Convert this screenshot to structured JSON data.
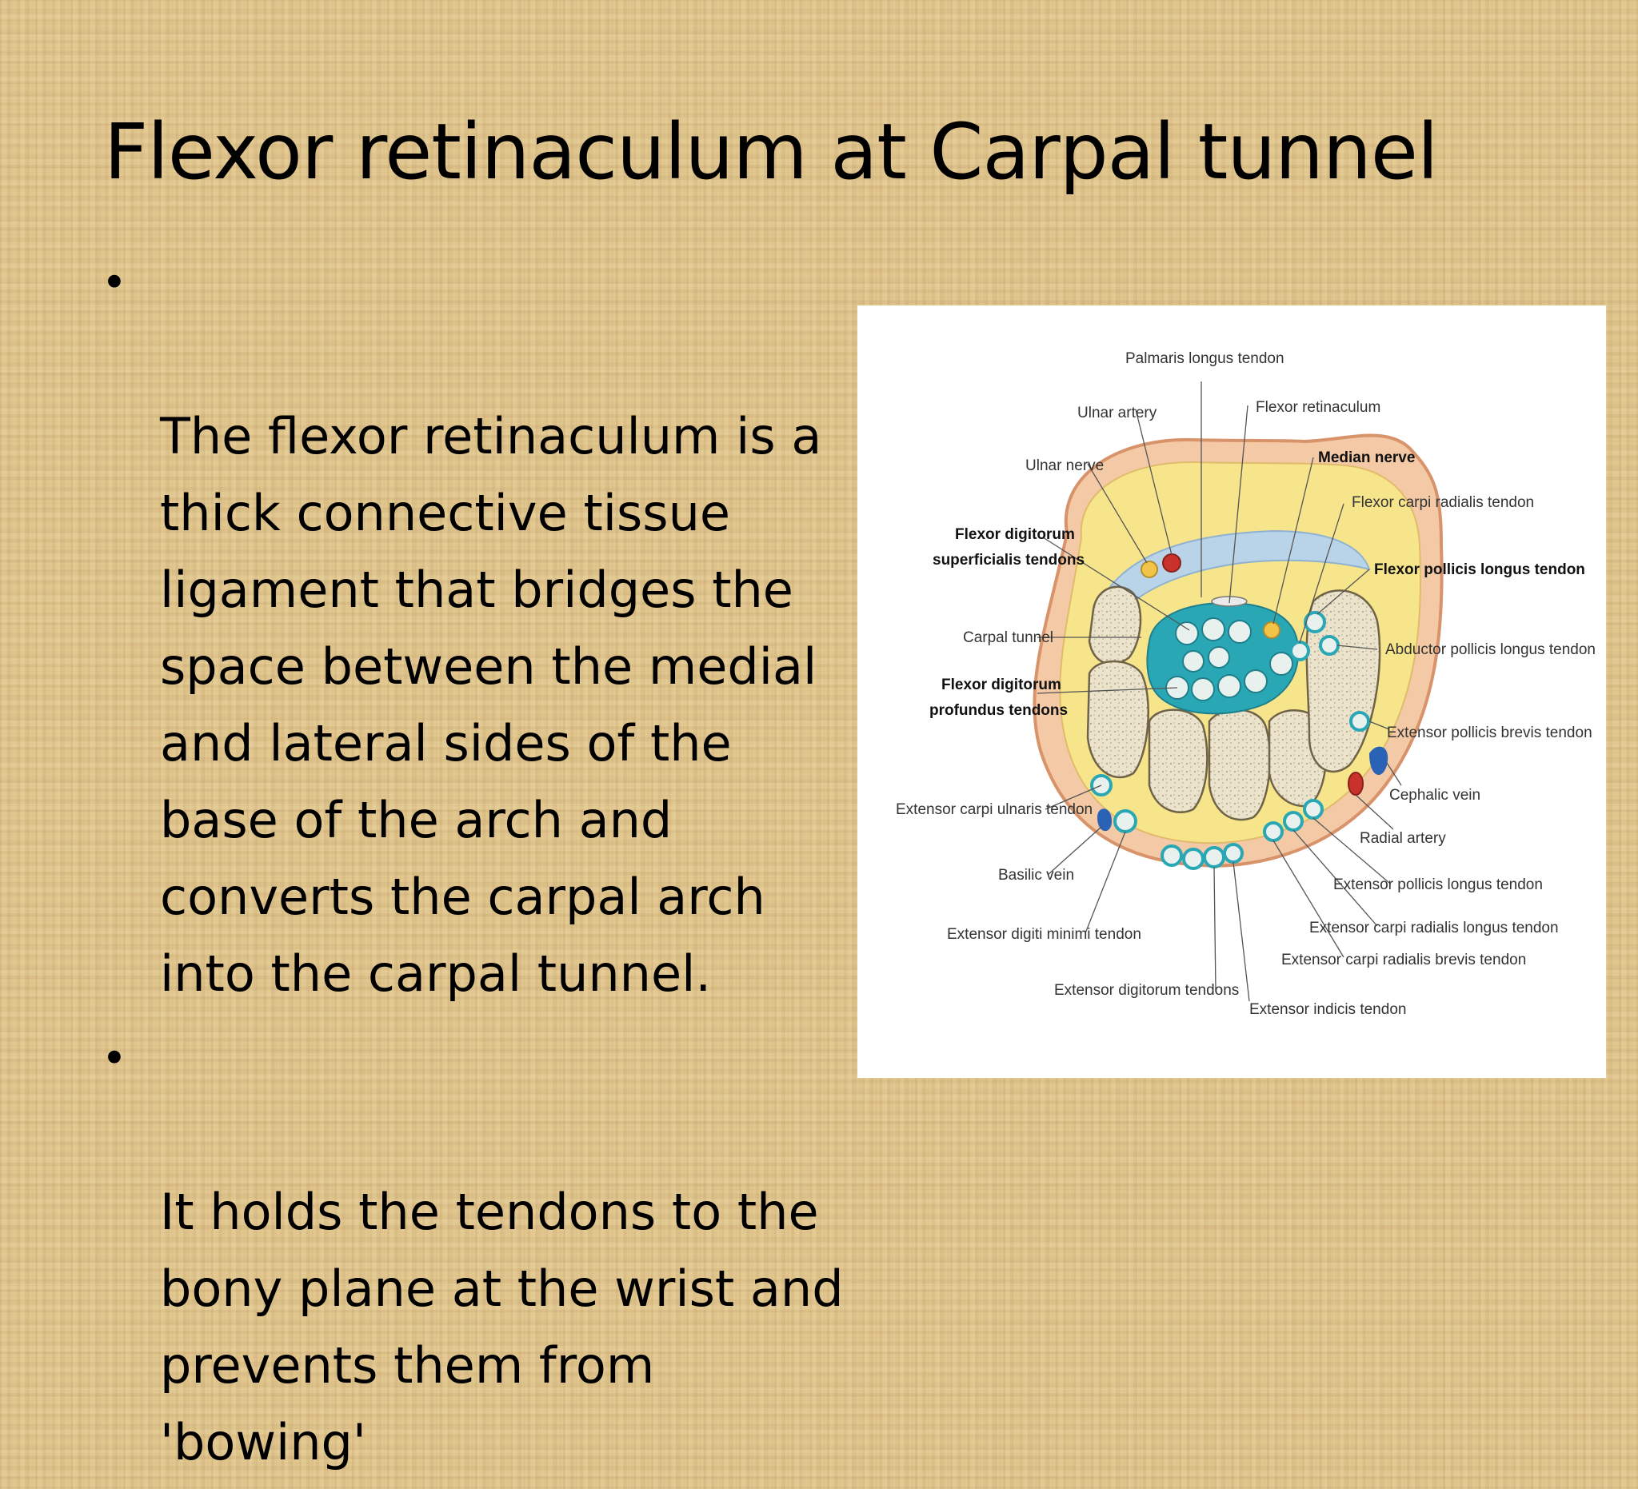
{
  "slide": {
    "title": "Flexor retinaculum at Carpal tunnel",
    "bullets": [
      "The flexor retinaculum is a\nthick connective tissue\nligament that bridges the\nspace between the medial\nand lateral sides of the\nbase of the arch and\nconverts the carpal arch\ninto the carpal tunnel.",
      "It holds the tendons to the\nbony plane at the wrist and\nprevents them from\n'bowing'"
    ],
    "bullet_glyph": "•"
  },
  "figure": {
    "labels": {
      "palmaris_longus_tendon": "Palmaris longus tendon",
      "ulnar_artery": "Ulnar artery",
      "flexor_retinaculum": "Flexor retinaculum",
      "ulnar_nerve": "Ulnar nerve",
      "median_nerve": "Median nerve",
      "flexor_carpi_radialis_tendon": "Flexor carpi radialis tendon",
      "fds_line1": "Flexor digitorum",
      "fds_line2": "superficialis tendons",
      "flexor_pollicis_longus_tendon": "Flexor pollicis longus tendon",
      "carpal_tunnel": "Carpal tunnel",
      "abductor_pollicis_longus_tendon": "Abductor pollicis longus tendon",
      "fdp_line1": "Flexor digitorum",
      "fdp_line2": "profundus tendons",
      "extensor_pollicis_brevis_tendon": "Extensor pollicis brevis tendon",
      "cephalic_vein": "Cephalic vein",
      "extensor_carpi_ulnaris_tendon": "Extensor carpi ulnaris tendon",
      "radial_artery": "Radial artery",
      "basilic_vein": "Basilic vein",
      "extensor_pollicis_longus_tendon": "Extensor pollicis longus tendon",
      "extensor_digiti_minimi_tendon": "Extensor digiti minimi tendon",
      "extensor_carpi_radialis_longus_tendon": "Extensor carpi radialis longus tendon",
      "extensor_carpi_radialis_brevis_tendon": "Extensor carpi radialis brevis tendon",
      "extensor_digitorum_tendons": "Extensor digitorum tendons",
      "extensor_indicis_tendon": "Extensor indicis tendon"
    },
    "colors": {
      "skin": "#f3c9a6",
      "skin_edge": "#d9936b",
      "fat": "#f7e58c",
      "bone": "#e9e1c8",
      "tendon": "#2aa7b5",
      "tendon_fill": "#e9f1ee",
      "retinaculum": "#b9d3e8",
      "artery": "#c8322b",
      "vein": "#2a62b5",
      "nerve": "#f2c447"
    }
  }
}
